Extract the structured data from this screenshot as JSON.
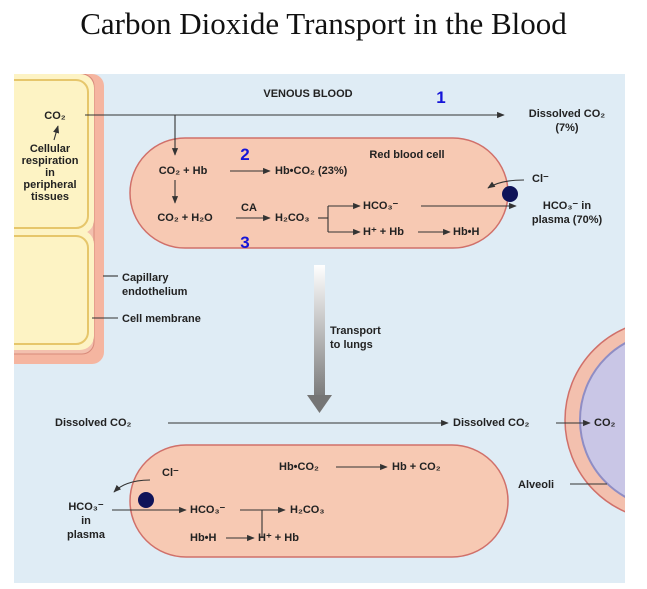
{
  "title": "Carbon Dioxide Transport in the Blood",
  "colors": {
    "panel": "#dfecf5",
    "cell_fill": "#f7c9b3",
    "cell_stroke": "#d0706a",
    "tissue_fill": "#fdf3c4",
    "tissue_stroke": "#e6c66b",
    "number": "#1515d8",
    "channel": "#0f1459"
  },
  "top": {
    "venous_blood": "VENOUS BLOOD",
    "step1": "1",
    "step2": "2",
    "step3": "3",
    "co2_tissue": "CO₂",
    "cellular_respiration": [
      "Cellular",
      "respiration",
      "in",
      "peripheral",
      "tissues"
    ],
    "dissolved_co2": "Dissolved CO₂",
    "dissolved_pct": "(7%)",
    "red_blood_cell": "Red blood cell",
    "co2_hb": "CO₂ + Hb",
    "hb_co2": "Hb•CO₂ (23%)",
    "co2_h2o": "CO₂ + H₂O",
    "ca": "CA",
    "h2co3": "H₂CO₃",
    "hco3": "HCO₃⁻",
    "h_hb": "H⁺ + Hb",
    "hbh": "Hb•H",
    "cl": "Cl⁻",
    "hco3_plasma": "HCO₃⁻ in",
    "plasma_pct": "plasma (70%)",
    "capillary": [
      "Capillary",
      "endothelium"
    ],
    "cell_membrane": "Cell membrane",
    "transport": [
      "Transport",
      "to lungs"
    ]
  },
  "bottom": {
    "dissolved_left": "Dissolved CO₂",
    "dissolved_right": "Dissolved CO₂",
    "co2": "CO₂",
    "hb_co2": "Hb•CO₂",
    "hb_co2_out": "Hb + CO₂",
    "cl": "Cl⁻",
    "alveoli": "Alveoli",
    "hco3_in_plasma": [
      "HCO₃⁻",
      "in",
      "plasma"
    ],
    "hco3": "HCO₃⁻",
    "h2co3": "H₂CO₃",
    "hbh": "Hb•H",
    "h_hb": "H⁺ + Hb"
  }
}
